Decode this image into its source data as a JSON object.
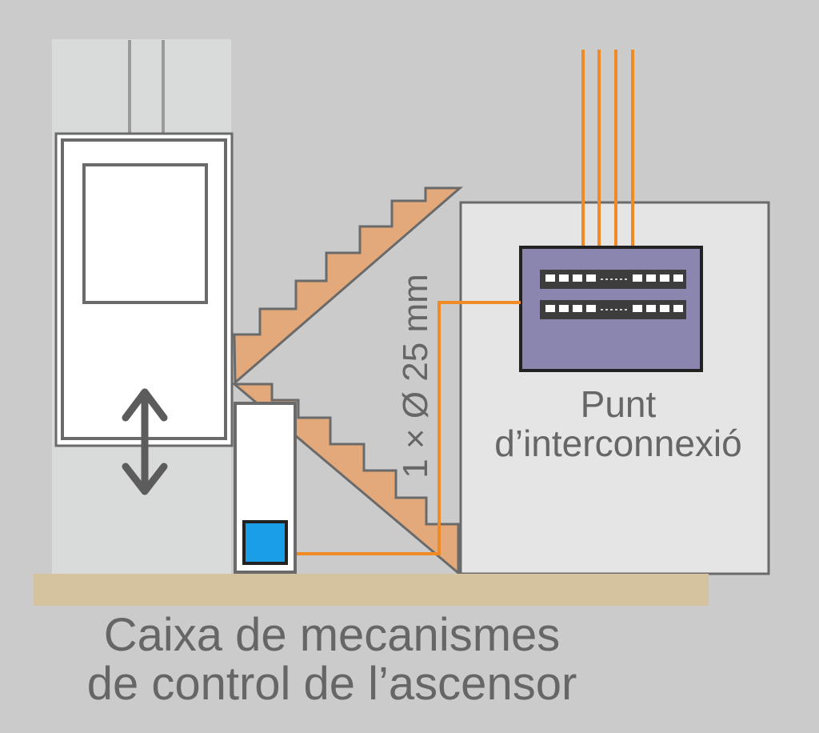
{
  "labels": {
    "interconnection_point": [
      "Punt",
      "d’interconnexió"
    ],
    "cable": "1 × Ø 25 mm",
    "control_box": [
      "Caixa de mecanismes",
      "de control de l’ascensor"
    ]
  },
  "colors": {
    "background": "#cbcbcb",
    "shaft": "#d9dbdb",
    "stairs": "#e3a97a",
    "cable": "#f08a24",
    "floor": "#d4c39e",
    "panel": "#8b86b0",
    "control_button": "#1a9ee6",
    "outline": "#6a6a6a"
  },
  "icons": {
    "arrow": "up-down-arrow-icon",
    "patch_panel_port": "rj45-port-icon"
  }
}
